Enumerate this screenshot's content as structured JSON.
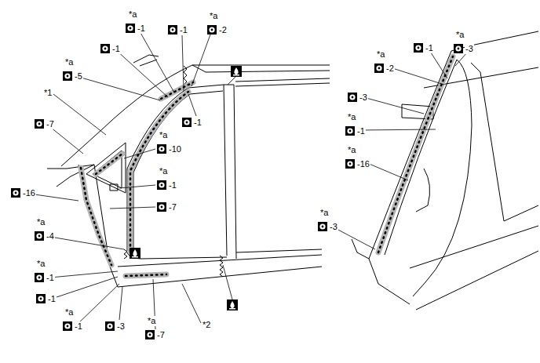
{
  "diagram": {
    "labels": [
      "*a",
      "-1",
      "-1",
      "*a",
      "-2",
      "-1",
      "*a",
      "-5",
      "-1",
      "*1",
      "-7",
      "*a",
      "-10",
      "*a",
      "-1",
      "-16",
      "-7",
      "*a",
      "-4",
      "*a",
      "-1",
      "-1",
      "*a",
      "-1",
      "-3",
      "*a",
      "-7",
      "*2",
      "*a",
      "-2",
      "-1",
      "*a",
      "-3",
      "-3",
      "*a",
      "-1",
      "*a",
      "-16",
      "*a",
      "-3"
    ]
  }
}
